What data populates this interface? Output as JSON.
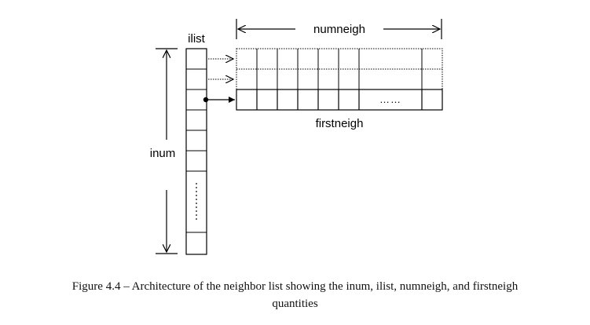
{
  "labels": {
    "ilist": "ilist",
    "numneigh": "numneigh",
    "inum": "inum",
    "firstneigh": "firstneigh",
    "row_ellipsis": "……"
  },
  "caption": {
    "line1": "Figure 4.4 – Architecture of the neighbor list showing the inum, ilist, numneigh, and firstneigh",
    "line2": "quantities"
  },
  "colors": {
    "stroke": "#000000",
    "background": "#ffffff"
  }
}
